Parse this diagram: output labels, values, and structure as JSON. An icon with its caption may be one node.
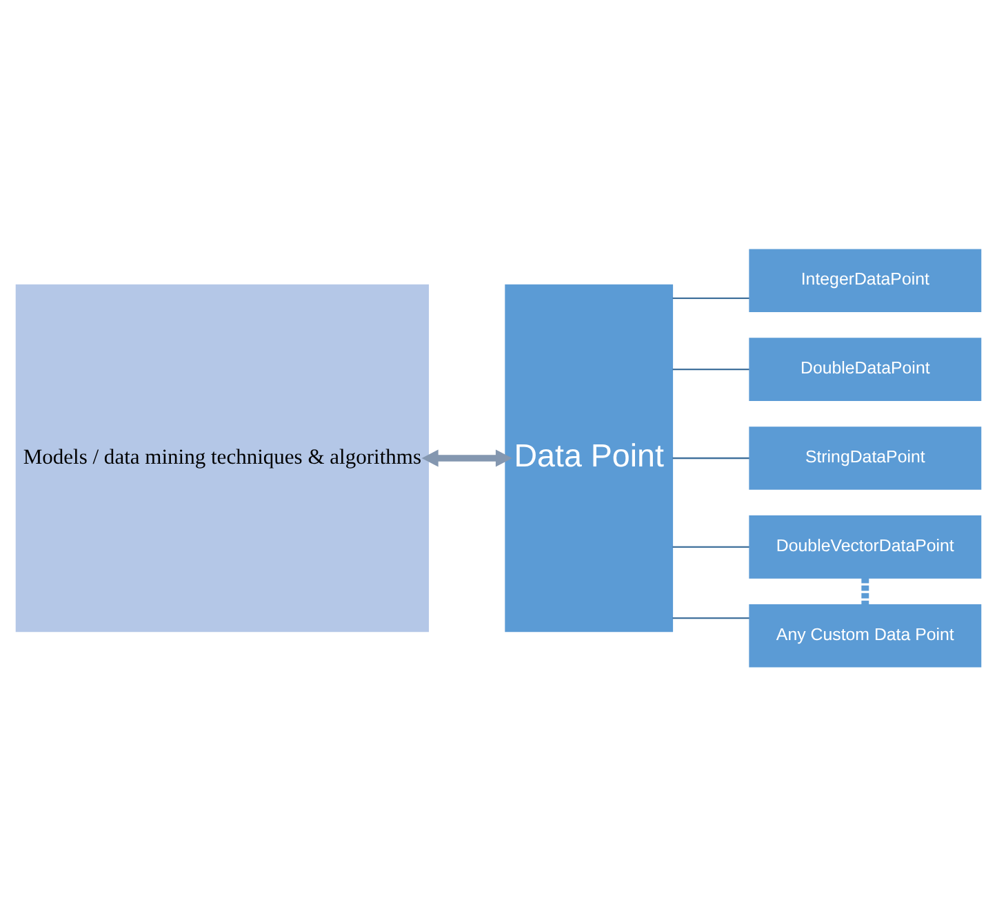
{
  "diagram": {
    "nodes": [
      {
        "text": [
          "Models / data mining techniques & algorithms"
        ]
      },
      {
        "text": [
          "Data Point"
        ]
      },
      {
        "text": [
          "IntegerDataPoint"
        ]
      },
      {
        "text": [
          "DoubleDataPoint"
        ]
      },
      {
        "text": [
          "StringDataPoint"
        ]
      },
      {
        "text": [
          "DoubleVectorDataPoint"
        ]
      },
      {
        "text": [
          "Any Custom Data Point"
        ]
      }
    ],
    "edges": [
      {
        "from": 0,
        "to": 1,
        "arrow": "both",
        "style": "thick",
        "color": "#8497b0"
      },
      {
        "from": 1,
        "to": 2,
        "arrow": "none"
      },
      {
        "from": 1,
        "to": 3,
        "arrow": "none"
      },
      {
        "from": 1,
        "to": 4,
        "arrow": "none"
      },
      {
        "from": 1,
        "to": 5,
        "arrow": "none"
      },
      {
        "from": 1,
        "to": 6,
        "arrow": "none"
      },
      {
        "from": 5,
        "to": 6,
        "arrow": "none",
        "style": "dashed",
        "color": "#5b9bd5"
      }
    ]
  }
}
